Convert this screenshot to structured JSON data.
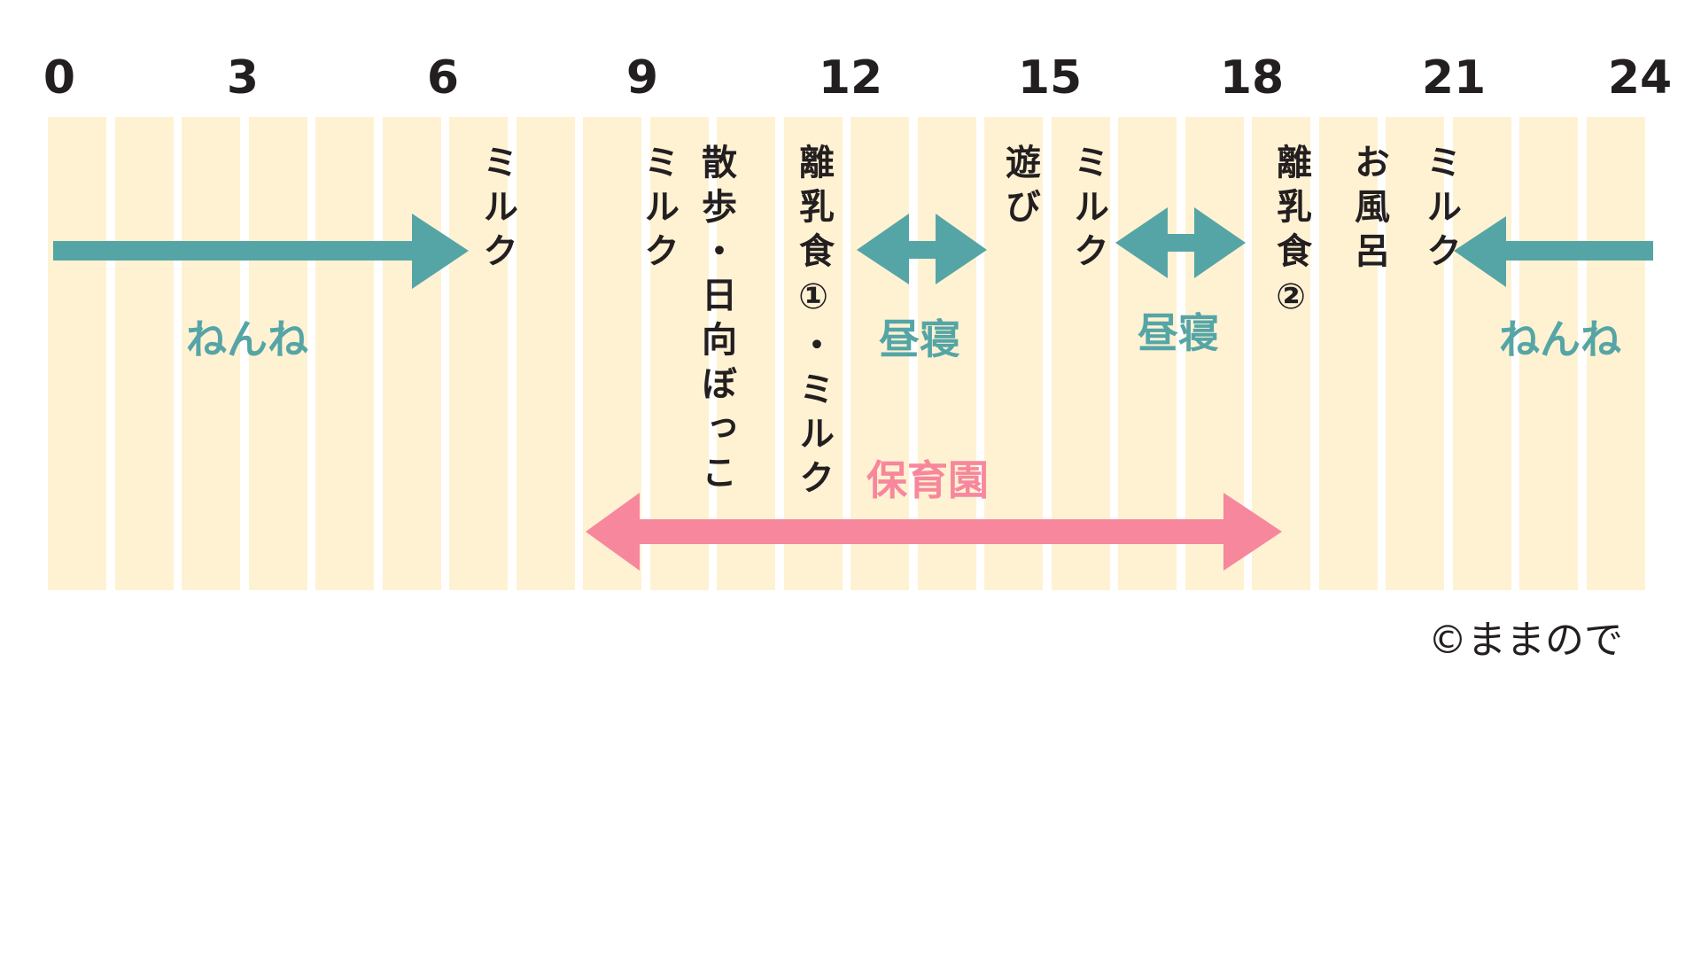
{
  "colors": {
    "teal": "#56a5a6",
    "pink": "#f7879c",
    "stripe": "#fef2d3"
  },
  "hour_ticks": [
    "0",
    "3",
    "6",
    "9",
    "12",
    "15",
    "18",
    "21",
    "24"
  ],
  "activities": [
    {
      "label": "ミルク",
      "hour": 7
    },
    {
      "label": "ミルク",
      "hour": 9
    },
    {
      "label": "散歩・日向ぼっこ",
      "hour": 10
    },
    {
      "label": "離乳食①・ミルク",
      "hour": 11
    },
    {
      "label": "遊び",
      "hour": 14
    },
    {
      "label": "ミルク",
      "hour": 15
    },
    {
      "label": "離乳食②",
      "hour": 18
    },
    {
      "label": "お風呂",
      "hour": 20
    },
    {
      "label": "ミルク",
      "hour": 21
    }
  ],
  "periods": [
    {
      "label": "ねんね",
      "from": 0,
      "to": 6.5
    },
    {
      "label": "昼寝",
      "from": 12,
      "to": 14
    },
    {
      "label": "昼寝",
      "from": 16,
      "to": 18
    },
    {
      "label": "ねんね",
      "from": 21,
      "to": 24
    },
    {
      "label": "保育園",
      "from": 8,
      "to": 18.5
    }
  ],
  "credit": "©ままので"
}
